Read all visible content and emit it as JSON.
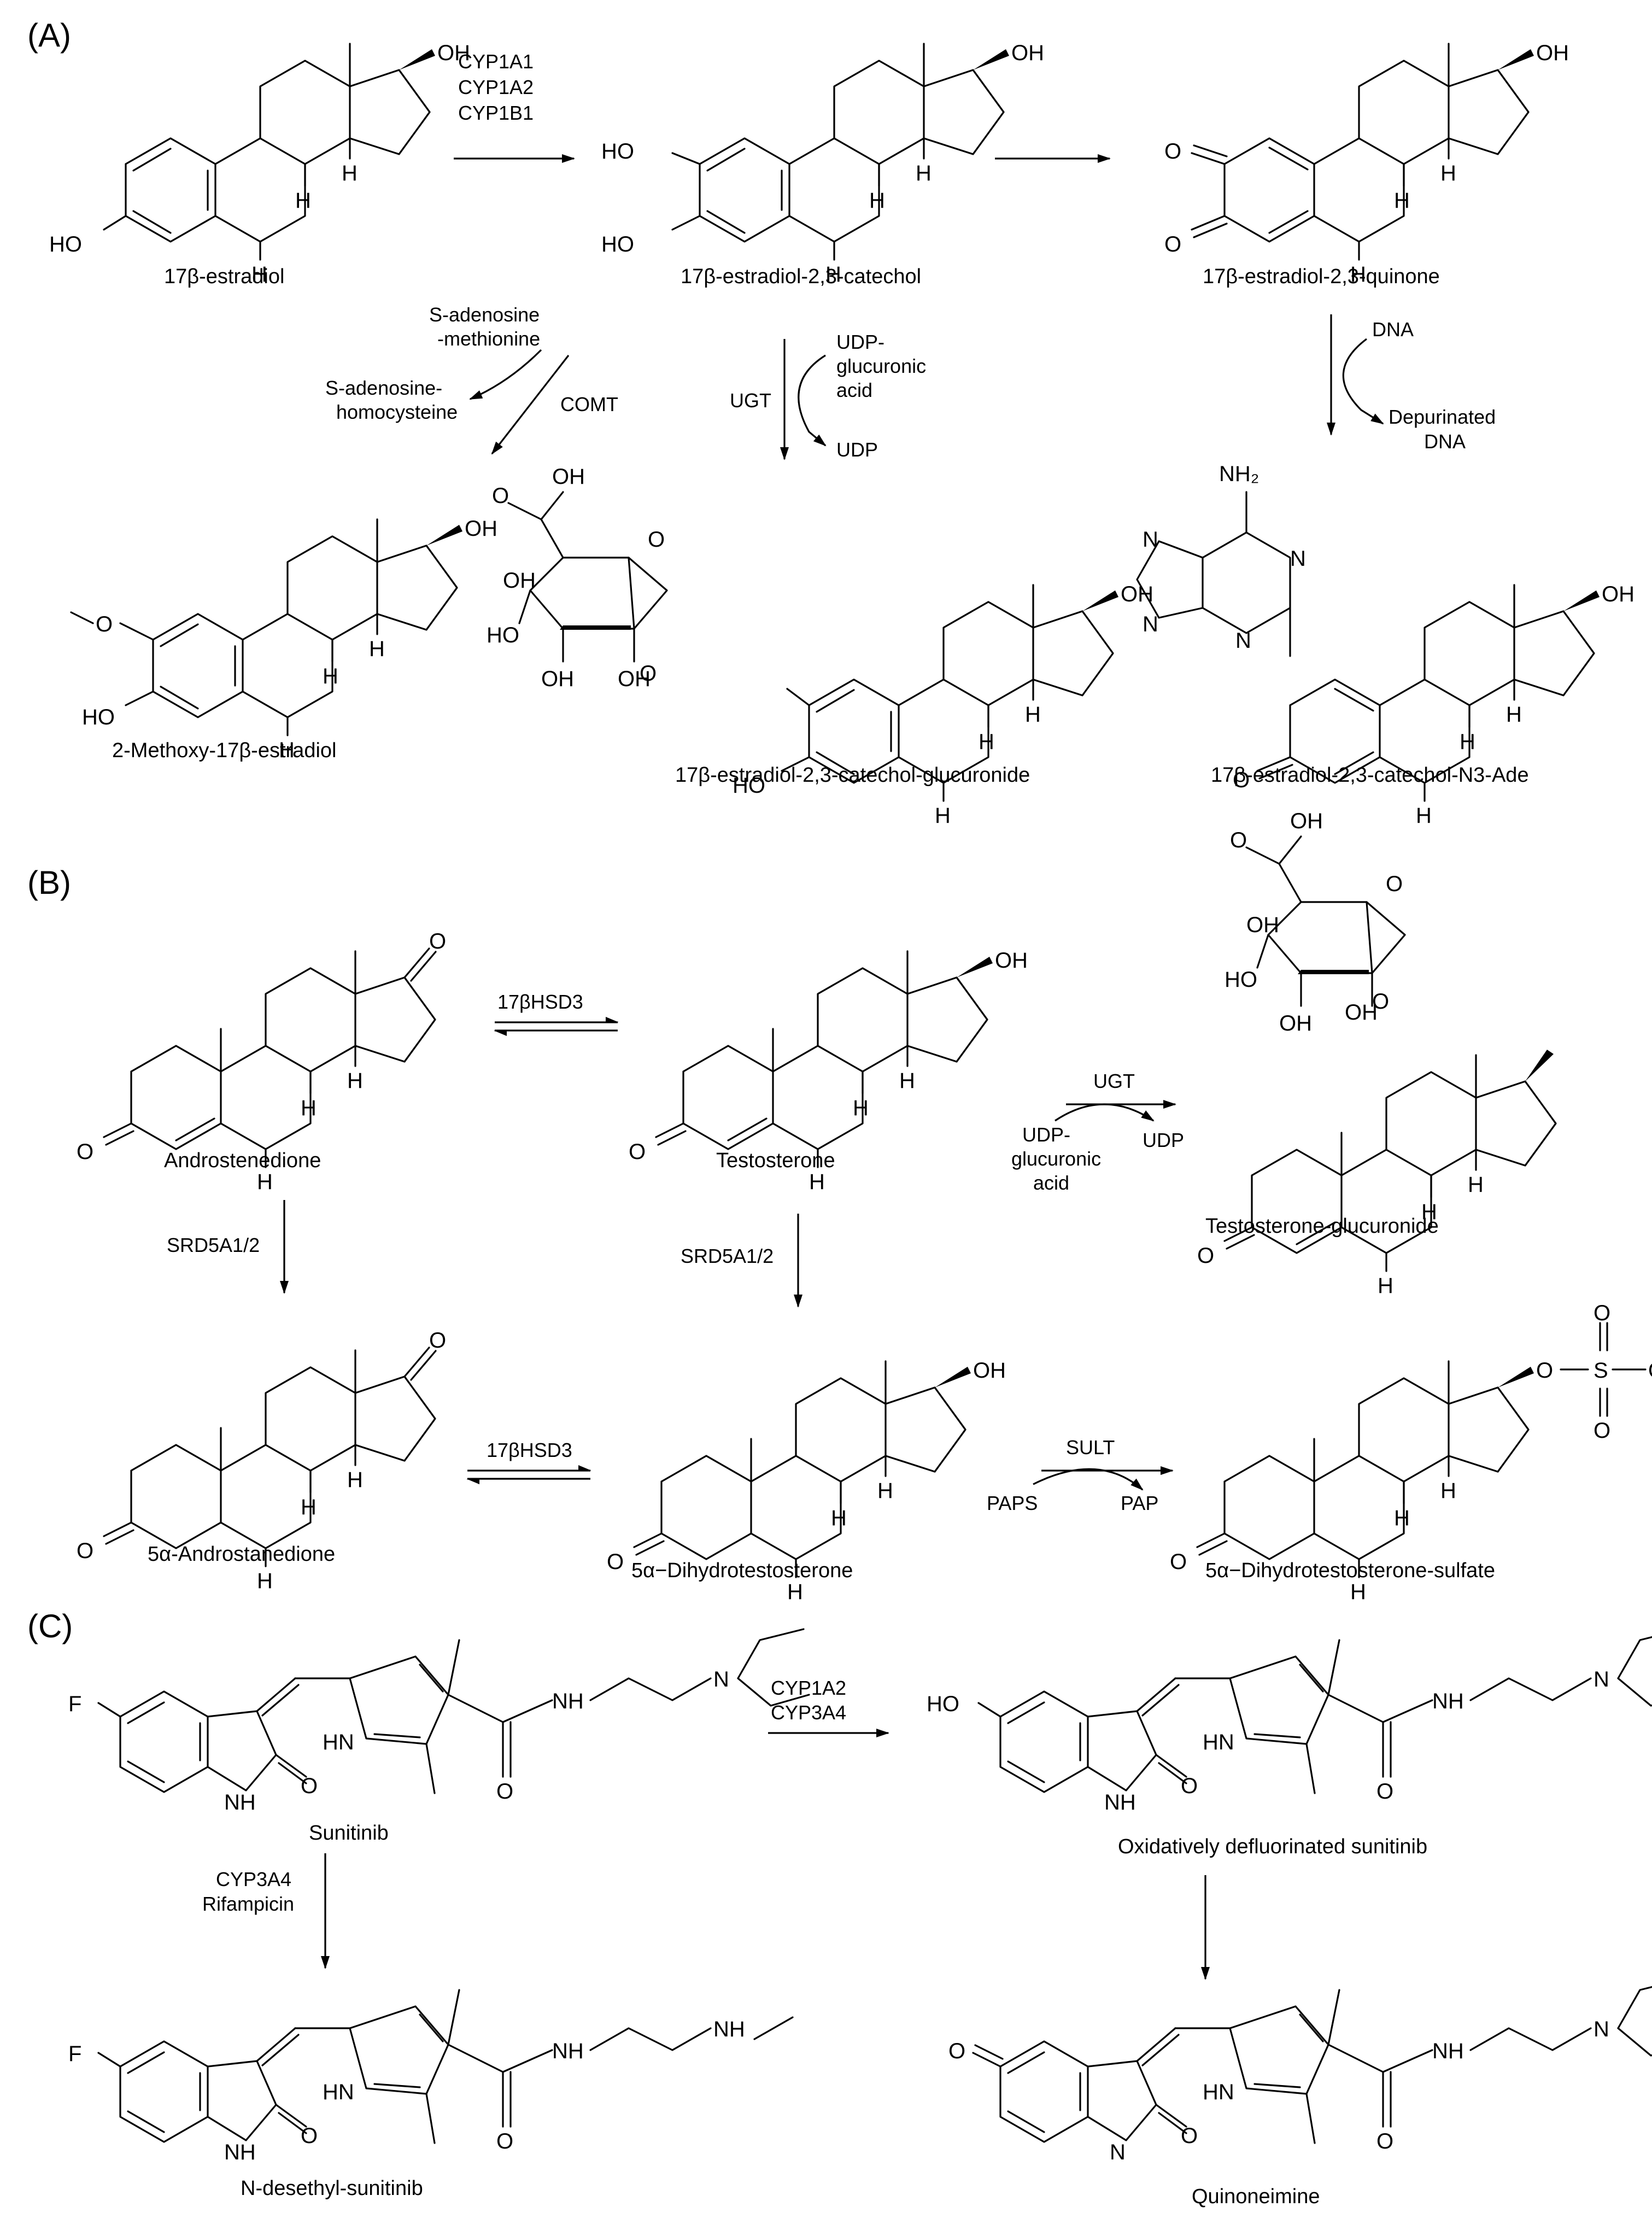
{
  "panels": {
    "a": "(A)",
    "b": "(B)",
    "c": "(C)"
  },
  "compounds": {
    "estradiol": "17β-estradiol",
    "catechol": "17β-estradiol-2,3-catechol",
    "quinone": "17β-estradiol-2,3-quinone",
    "methoxy": "2-Methoxy-17β-estradiol",
    "catechol_glucuronide": "17β-estradiol-2,3-catechol-glucuronide",
    "n3_ade": "17β-estradiol-2,3-catechol-N3-Ade",
    "androstenedione": "Androstenedione",
    "testosterone": "Testosterone",
    "testosterone_glucuronide": "Testosterone-glucuronide",
    "androstanedione": "5α-Androstanedione",
    "dht": "5α−Dihydrotestosterone",
    "dht_sulfate": "5α−Dihydrotestosterone-sulfate",
    "sunitinib": "Sunitinib",
    "defluorinated": "Oxidatively defluorinated sunitinib",
    "desethyl": "N-desethyl-sunitinib",
    "quinoneimine": "Quinoneimine"
  },
  "enzymes": {
    "cyp1a1": "CYP1A1",
    "cyp1a2": "CYP1A2",
    "cyp1b1": "CYP1B1",
    "comt": "COMT",
    "ugt": "UGT",
    "hsd_17b3": "17βHSD3",
    "srd5a": "SRD5A1/2",
    "sult": "SULT",
    "cyp3a4": "CYP3A4",
    "rifampicin": "Rifampicin"
  },
  "cofactors": {
    "sam_1": "S-adenosine",
    "sam_2": "-methionine",
    "sah_1": "S-adenosine-",
    "sah_2": "homocysteine",
    "udpga_1": "UDP-",
    "udpga_2": "glucuronic",
    "udpga_3": "acid",
    "udp": "UDP",
    "dna": "DNA",
    "depurinated_1": "Depurinated",
    "depurinated_2": "DNA",
    "paps": "PAPS",
    "pap": "PAP"
  },
  "atoms": {
    "oh": "OH",
    "ho": "HO",
    "h": "H",
    "o": "O",
    "n": "N",
    "f": "F",
    "s": "S",
    "nh": "NH",
    "hn": "HN",
    "nh2": "NH₂"
  }
}
